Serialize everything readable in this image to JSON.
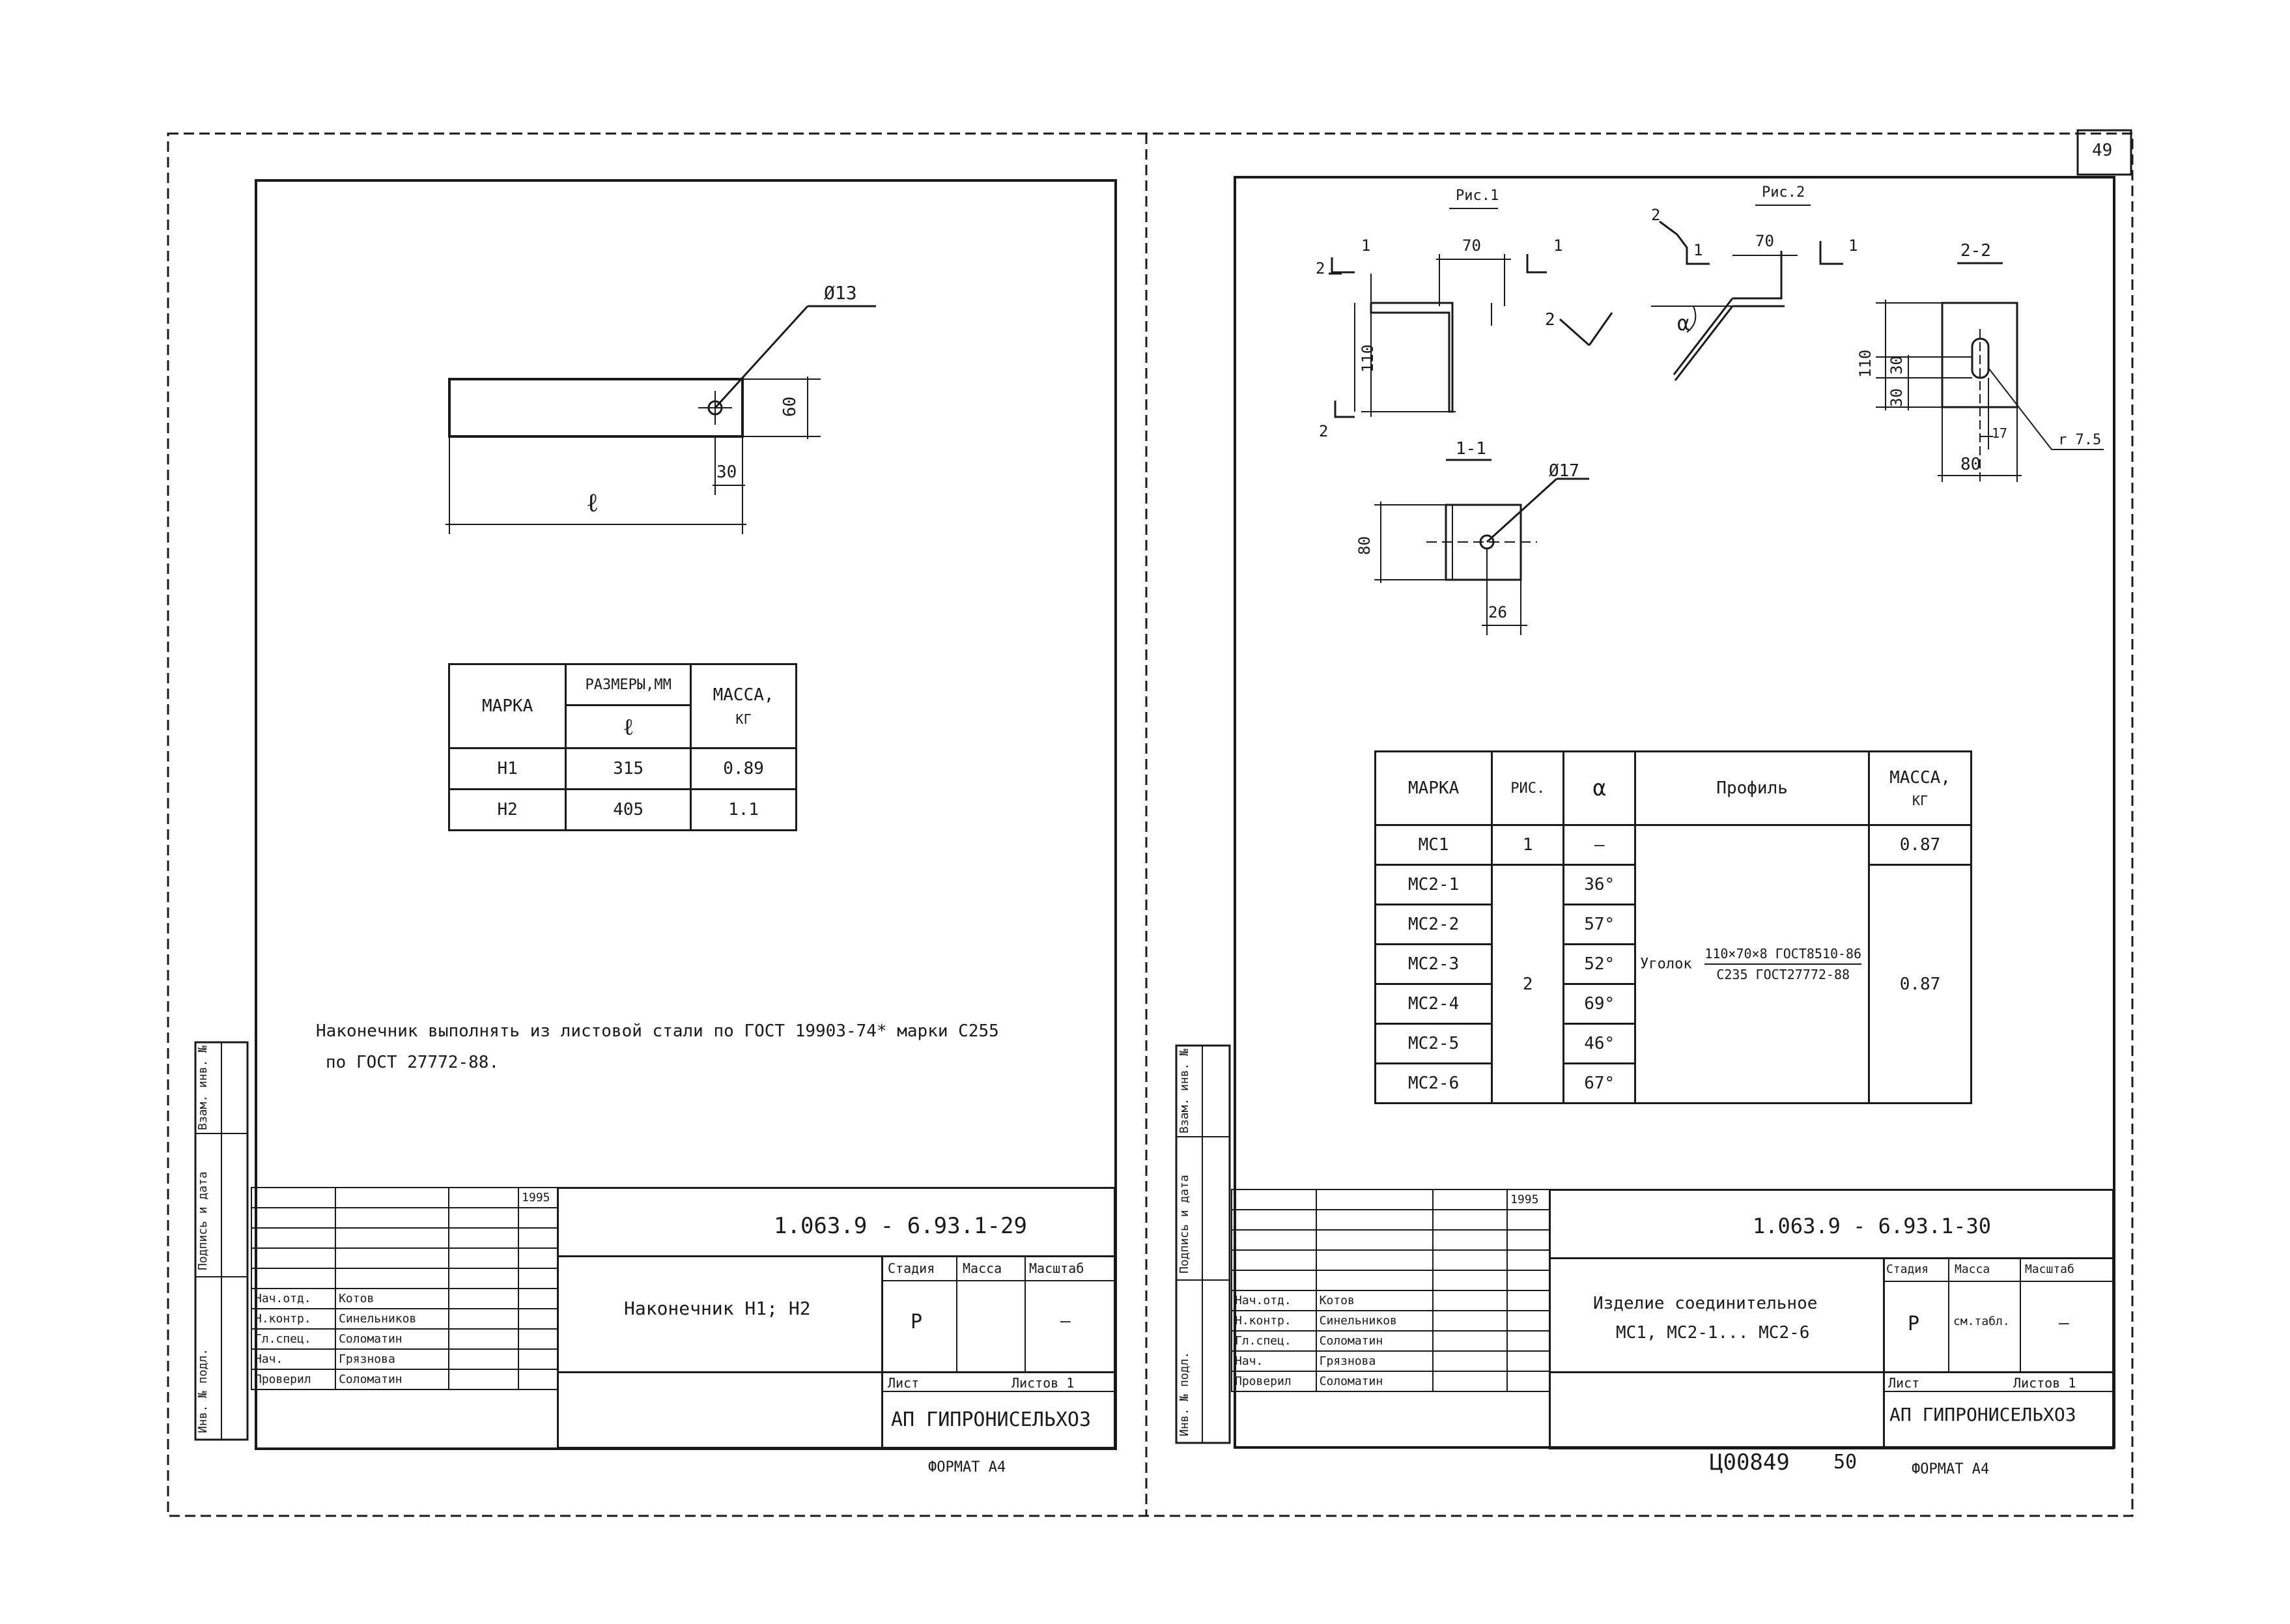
{
  "left_sheet": {
    "dim_hole": "Ø13",
    "dim_height": "60",
    "dim_offset": "30",
    "dim_length": "ℓ",
    "table": {
      "h_mark": "МАРКА",
      "h_sizes": "РАЗМЕРЫ,ММ",
      "h_l": "ℓ",
      "h_mass": "МАССА,",
      "h_mass_unit": "КГ",
      "rows": [
        {
          "mark": "Н1",
          "l": "315",
          "mass": "0.89"
        },
        {
          "mark": "Н2",
          "l": "405",
          "mass": "1.1"
        }
      ]
    },
    "note_line1": "Наконечник выполнять из листовой стали по ГОСТ 19903-74* марки С255",
    "note_line2": "по ГОСТ 27772-88.",
    "side_stamp": [
      "Инв. № подл.",
      "Подпись и дата",
      "Взам. инв. №"
    ],
    "title_block": {
      "year": "1995",
      "code": "1.063.9 - 6.93.1-29",
      "name": "Наконечник    Н1; Н2",
      "col_stage": "Стадия",
      "col_mass": "Масса",
      "col_scale": "Масштаб",
      "stage": "Р",
      "mass": "",
      "scale": "—",
      "sheet": "Лист",
      "sheets": "Листов 1",
      "org": "АП ГИПРОНИСЕЛЬХОЗ",
      "people": [
        {
          "role": "Нач.отд.",
          "name": "Котов"
        },
        {
          "role": "Н.контр.",
          "name": "Синельников"
        },
        {
          "role": "Гл.спец.",
          "name": "Соломатин"
        },
        {
          "role": "Нач.",
          "name": "Грязнова"
        },
        {
          "role": "Проверил",
          "name": "Соломатин"
        }
      ]
    },
    "format": "ФОРМАТ А4"
  },
  "right_sheet": {
    "sheet_number": "49",
    "fig1_label": "Рис.1",
    "fig2_label": "Рис.2",
    "sec22_label": "2-2",
    "sec11_label": "1-1",
    "dim_70a": "70",
    "dim_70b": "70",
    "dim_110a": "110",
    "dim_110b": "110",
    "dim_30a": "30",
    "dim_30b": "30",
    "dim_80a": "80",
    "dim_80b": "80",
    "dim_26": "26",
    "dim_17": "17",
    "dim_r75": "r 7.5",
    "dim_hole": "Ø17",
    "alpha": "α",
    "cut1": "1",
    "cut2": "2",
    "table": {
      "h_mark": "МАРКА",
      "h_fig": "РИС.",
      "h_alpha": "α",
      "h_profile": "Профиль",
      "h_mass": "МАССА,",
      "h_mass_unit": "КГ",
      "profile_left": "Уголок",
      "profile_top": "110×70×8 ГОСТ8510-86",
      "profile_bottom": "С235 ГОСТ27772-88",
      "mass_first": "0.87",
      "mass_rest": "0.87",
      "fig_first": "1",
      "fig_rest": "2",
      "rows": [
        {
          "mark": "МС1",
          "alpha": "—"
        },
        {
          "mark": "МС2-1",
          "alpha": "36°"
        },
        {
          "mark": "МС2-2",
          "alpha": "57°"
        },
        {
          "mark": "МС2-3",
          "alpha": "52°"
        },
        {
          "mark": "МС2-4",
          "alpha": "69°"
        },
        {
          "mark": "МС2-5",
          "alpha": "46°"
        },
        {
          "mark": "МС2-6",
          "alpha": "67°"
        }
      ]
    },
    "side_stamp": [
      "Инв. № подл.",
      "Подпись и дата",
      "Взам. инв. №"
    ],
    "title_block": {
      "year": "1995",
      "code": "1.063.9 - 6.93.1-30",
      "name_line1": "Изделие соединительное",
      "name_line2": "МС1, МС2-1... МС2-6",
      "col_stage": "Стадия",
      "col_mass": "Масса",
      "col_scale": "Масштаб",
      "stage": "Р",
      "mass": "см.табл.",
      "scale": "—",
      "sheet": "Лист",
      "sheets": "Листов 1",
      "org": "АП ГИПРОНИСЕЛЬХОЗ",
      "people": [
        {
          "role": "Нач.отд.",
          "name": "Котов"
        },
        {
          "role": "Н.контр.",
          "name": "Синельников"
        },
        {
          "role": "Гл.спец.",
          "name": "Соломатин"
        },
        {
          "role": "Нач.",
          "name": "Грязнова"
        },
        {
          "role": "Проверил",
          "name": "Соломатин"
        }
      ]
    },
    "bottom_code": "Ц00849",
    "bottom_num": "50",
    "format": "ФОРМАТ А4"
  }
}
